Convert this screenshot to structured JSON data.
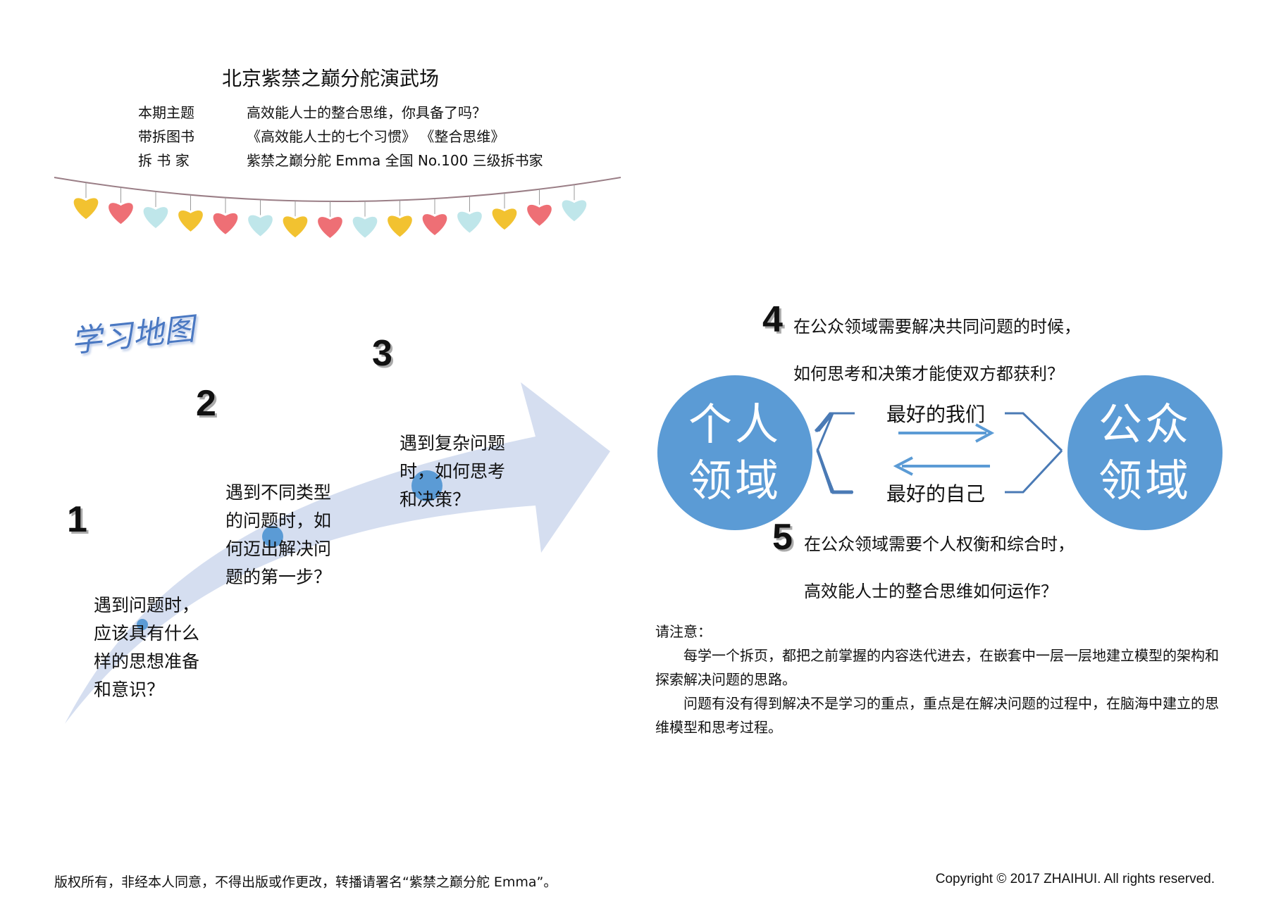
{
  "header": {
    "title": "北京紫禁之巅分舵演武场",
    "rows": [
      {
        "label": "本期主题",
        "value": "高效能人士的整合思维，你具备了吗？"
      },
      {
        "label": "带拆图书",
        "value": "《高效能人士的七个习惯》  《整合思维》"
      },
      {
        "label": "拆 书 家",
        "value": "紫禁之巅分舵 Emma  全国 No.100 三级拆书家"
      }
    ]
  },
  "map": {
    "title": "学习地图",
    "steps": [
      {
        "num": "1",
        "text": "遇到问题时，应该具有什么样的思想准备和意识？"
      },
      {
        "num": "2",
        "text": "遇到不同类型的问题时，如何迈出解决问题的第一步？"
      },
      {
        "num": "3",
        "text": "遇到复杂问题时，如何思考和决策？"
      }
    ]
  },
  "diagram": {
    "q4_num": "4",
    "q4_line1": "在公众领域需要解决共同问题的时候，",
    "q4_line2": "如何思考和决策才能使双方都获利？",
    "left_circle": [
      "个人",
      "领域"
    ],
    "right_circle": [
      "公众",
      "领域"
    ],
    "top_label": "最好的我们",
    "bottom_label": "最好的自己",
    "q5_num": "5",
    "q5_line1": "在公众领域需要个人权衡和综合时，",
    "q5_line2": "高效能人士的整合思维如何运作？",
    "colors": {
      "circle": "#5b9bd5",
      "arrow_bg": "#d5def0",
      "line": "#4a7ab5"
    }
  },
  "note": {
    "heading": "请注意：",
    "paragraphs": [
      "每学一个拆页，都把之前掌握的内容迭代进去，在嵌套中一层一层地建立模型的架构和探索解决问题的思路。",
      "问题有没有得到解决不是学习的重点，重点是在解决问题的过程中，在脑海中建立的思维模型和思考过程。"
    ]
  },
  "footer": {
    "left": "版权所有，非经本人同意，不得出版或作更改，转播请署名“紫禁之巅分舵 Emma”。",
    "right": "Copyright © 2017 ZHAIHUI. All rights reserved."
  }
}
